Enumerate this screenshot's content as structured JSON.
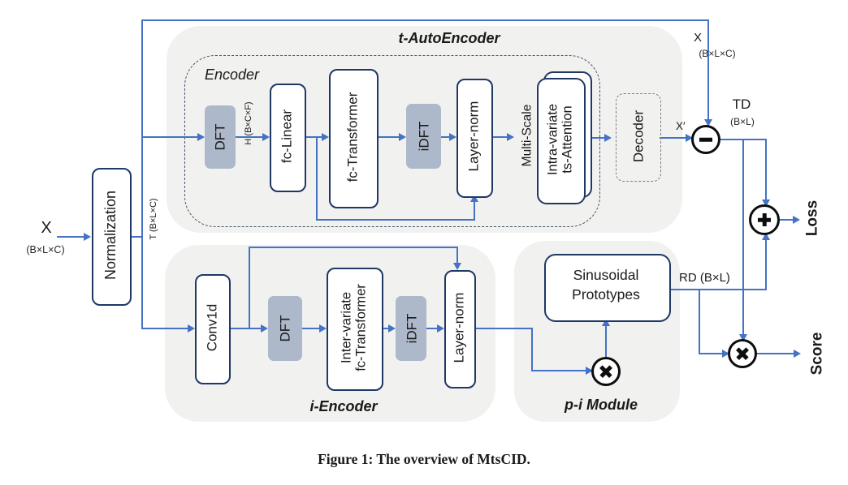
{
  "diagram": {
    "input": {
      "x_label": "X",
      "x_dims": "(B×L×C)",
      "normalization": "Normalization",
      "t_dims": "T (B×L×C)"
    },
    "t_autoencoder": {
      "title": "t-AutoEncoder",
      "encoder_title": "Encoder",
      "dft": "DFT",
      "h_dims": "H (B×C×F)",
      "fc_linear": "fc-Linear",
      "fc_transformer": "fc-Transformer",
      "idft": "iDFT",
      "layer_norm": "Layer-norm",
      "multi_scale": "Multi-Scale",
      "attention": "Intra-variate\nts-Attention",
      "decoder": "Decoder",
      "x_prime": "X′"
    },
    "i_encoder": {
      "title": "i-Encoder",
      "conv1d": "Conv1d",
      "dft": "DFT",
      "transformer": "Inter-variate\nfc-Transformer",
      "idft": "iDFT",
      "layer_norm": "Layer-norm"
    },
    "p_i_module": {
      "title": "p-i Module",
      "prototypes": "Sinusoidal\nPrototypes"
    },
    "outputs": {
      "x_top": "X",
      "x_top_dims": "(B×L×C)",
      "td": "TD",
      "td_dims": "(B×L)",
      "rd": "RD (B×L)",
      "loss": "Loss",
      "score": "Score"
    }
  },
  "caption": "Figure 1: The overview of MtsCID.",
  "colors": {
    "line_blue": "#4472c4",
    "box_border_navy": "#1f3864",
    "gray_fill": "#adb8ca",
    "region_fill": "#f1f1f0",
    "dashed_border": "#44546a"
  }
}
